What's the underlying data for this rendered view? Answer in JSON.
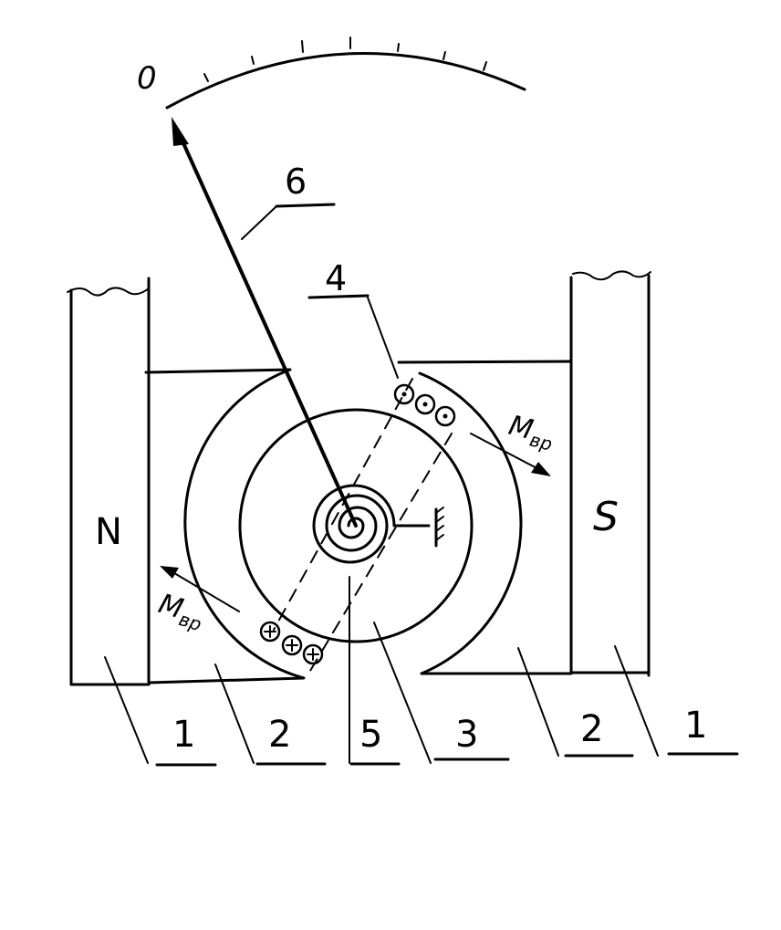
{
  "scale": {
    "zero_label": "0"
  },
  "labels": {
    "arrow": "6",
    "coil": "4",
    "north": "N",
    "south": "S",
    "callouts": [
      "1",
      "2",
      "5",
      "3",
      "2",
      "1"
    ]
  },
  "torque": {
    "top": {
      "main": "M",
      "sub": "вр"
    },
    "bottom": {
      "main": "M",
      "sub": "вр"
    }
  }
}
